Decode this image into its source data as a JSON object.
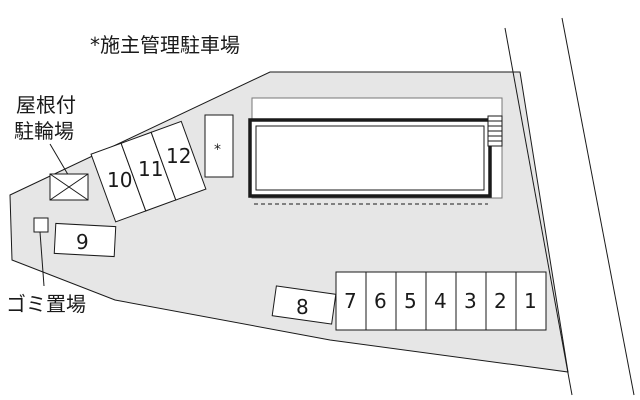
{
  "title": "*施主管理駐車場",
  "labels": {
    "bike_parking_line1": "屋根付",
    "bike_parking_line2": "駐輪場",
    "garbage": "ゴミ置場",
    "owner_slot": "*"
  },
  "parking_spaces": {
    "right_row": [
      "7",
      "6",
      "5",
      "4",
      "3",
      "2",
      "1"
    ],
    "angled_row": [
      "10",
      "11",
      "12"
    ],
    "single_9": "9",
    "single_8": "8"
  },
  "colors": {
    "lot_fill": "#e6e6e6",
    "line": "#1a1a1a",
    "building_border": "#333333"
  }
}
